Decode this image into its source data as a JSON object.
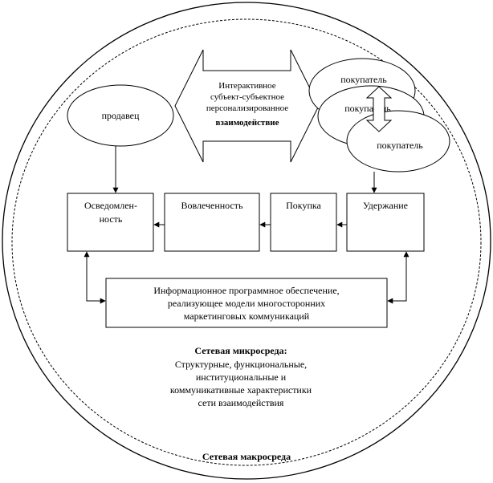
{
  "seller": "продавец",
  "buyers": [
    "покупатель",
    "покупатель",
    "покупатель"
  ],
  "interaction": {
    "line1": "Интерактивное",
    "line2": "субъект-субъектное",
    "line3": "персонализированное",
    "line4": "взаимодействие"
  },
  "stages": {
    "awareness_line1": "Осведомлен-",
    "awareness_line2": "ность",
    "engagement": "Вовлеченность",
    "purchase": "Покупка",
    "retention": "Удержание"
  },
  "software": {
    "line1": "Информационное программное обеспечение,",
    "line2": "реализующее модели многосторонних",
    "line3": "маркетинговых коммуникаций"
  },
  "micro": {
    "title": "Сетевая микросреда:",
    "line1": "Структурные, функциональные,",
    "line2": "институциональные и",
    "line3": "коммуникативные характеристики",
    "line4": "сети взаимодействия"
  },
  "macro": "Сетевая макросреда"
}
